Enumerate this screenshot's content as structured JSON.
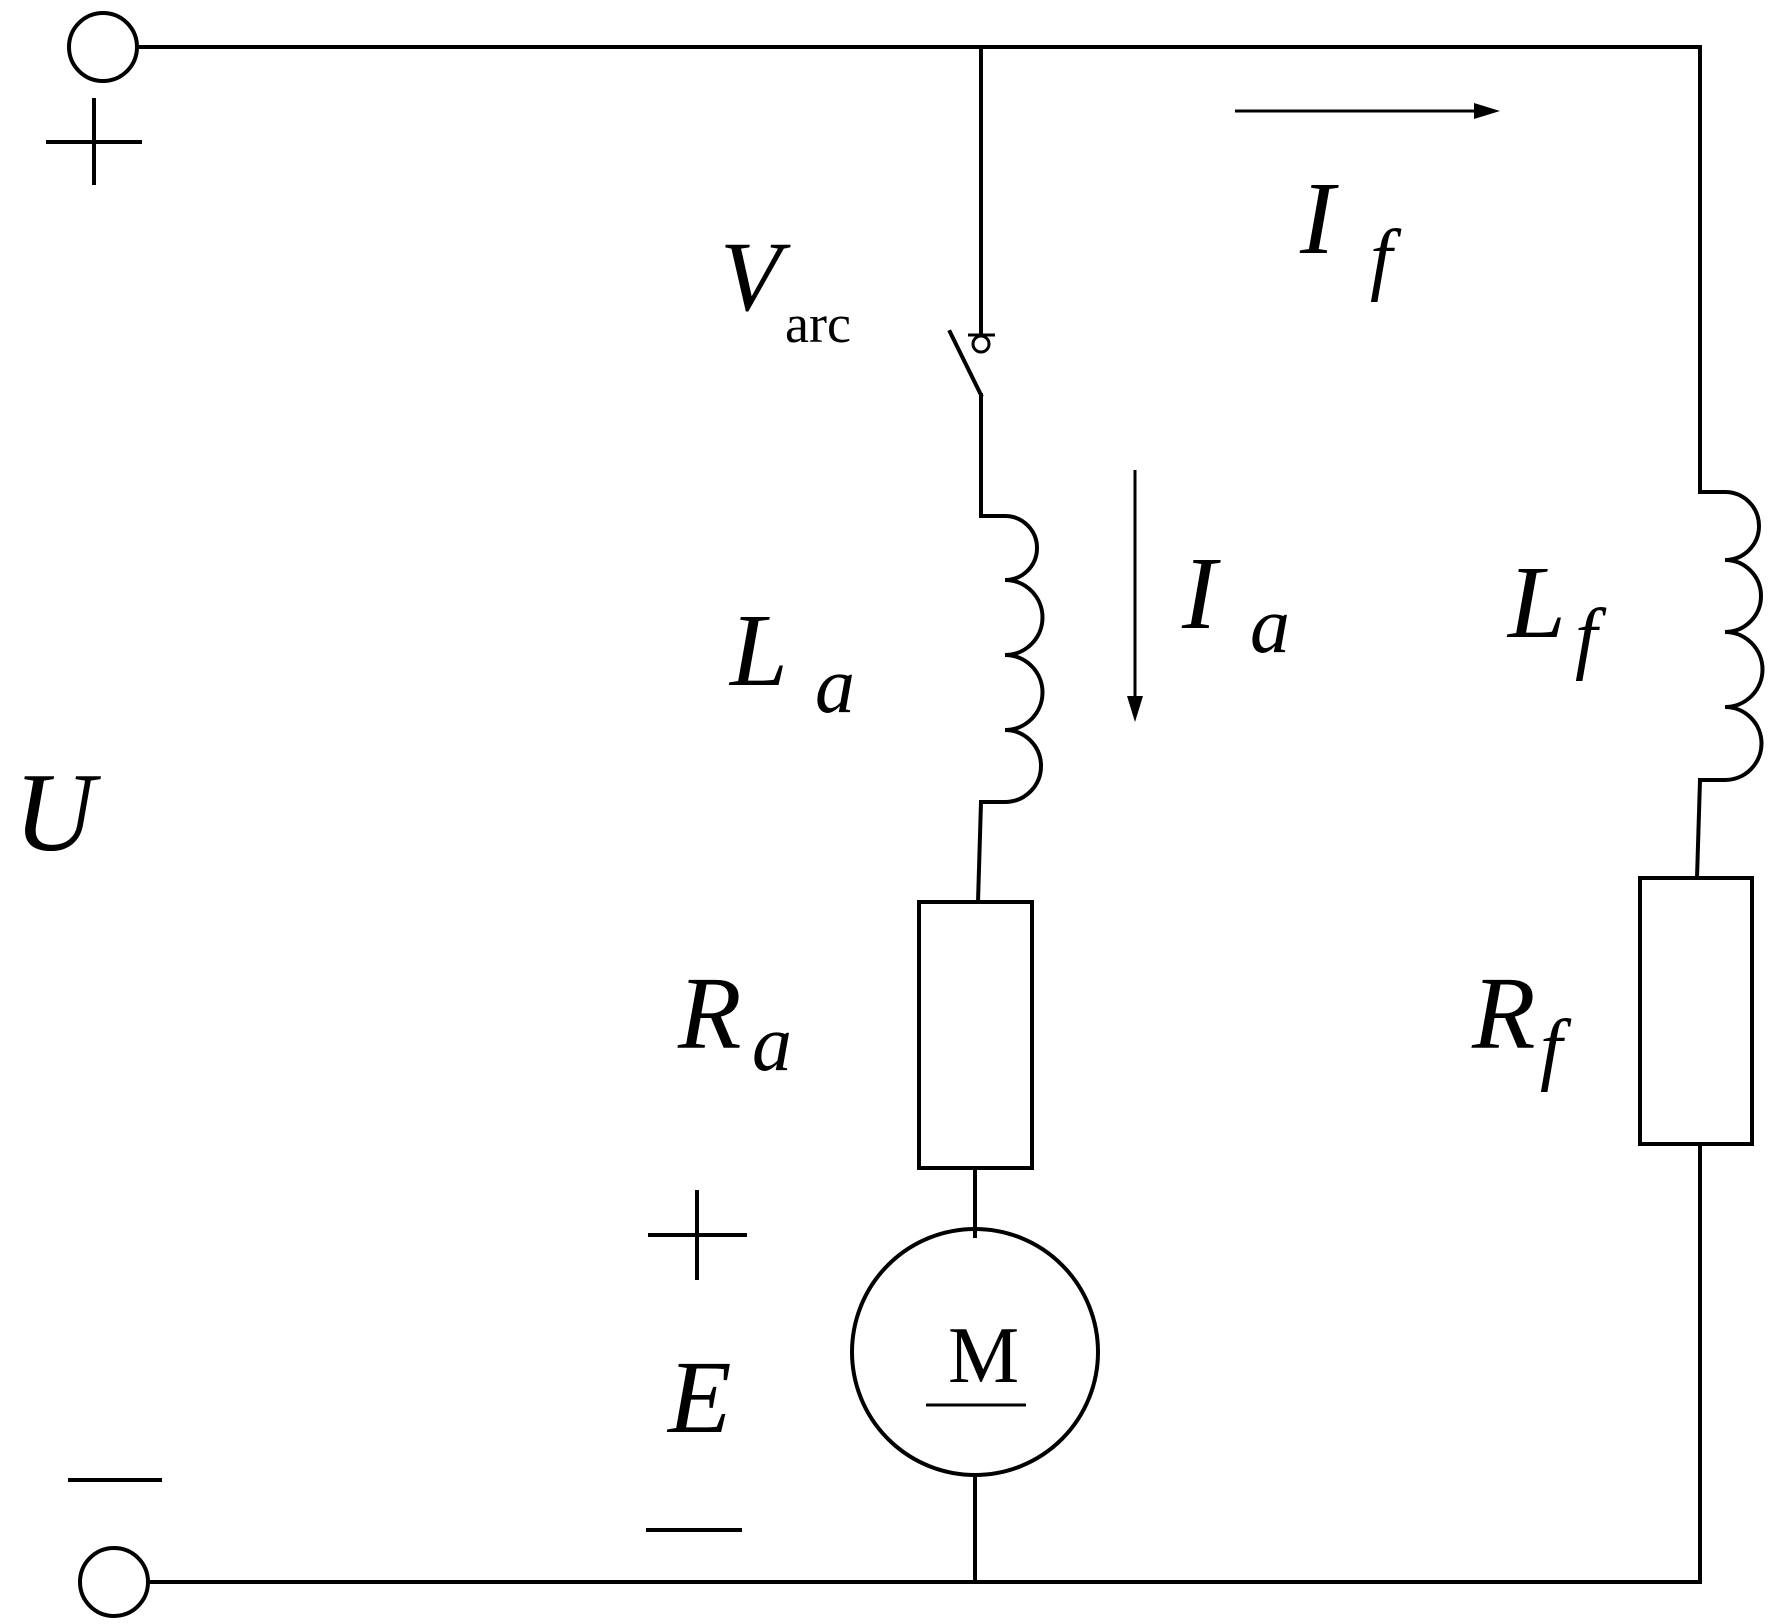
{
  "labels": {
    "supply_voltage": "U",
    "arc_voltage_main": "V",
    "arc_voltage_sub": "arc",
    "field_current_main": "I",
    "field_current_sub": "f",
    "armature_current_main": "I",
    "armature_current_sub": "a",
    "armature_inductance_main": "L",
    "armature_inductance_sub": "a",
    "field_inductance_main": "L",
    "field_inductance_sub": "f",
    "armature_resistance_main": "R",
    "armature_resistance_sub": "a",
    "field_resistance_main": "R",
    "field_resistance_sub": "f",
    "back_emf": "E",
    "motor": "M"
  },
  "polarity": {
    "plus": "+",
    "minus": "−"
  },
  "colors": {
    "stroke": "#000000",
    "background": "#ffffff"
  }
}
